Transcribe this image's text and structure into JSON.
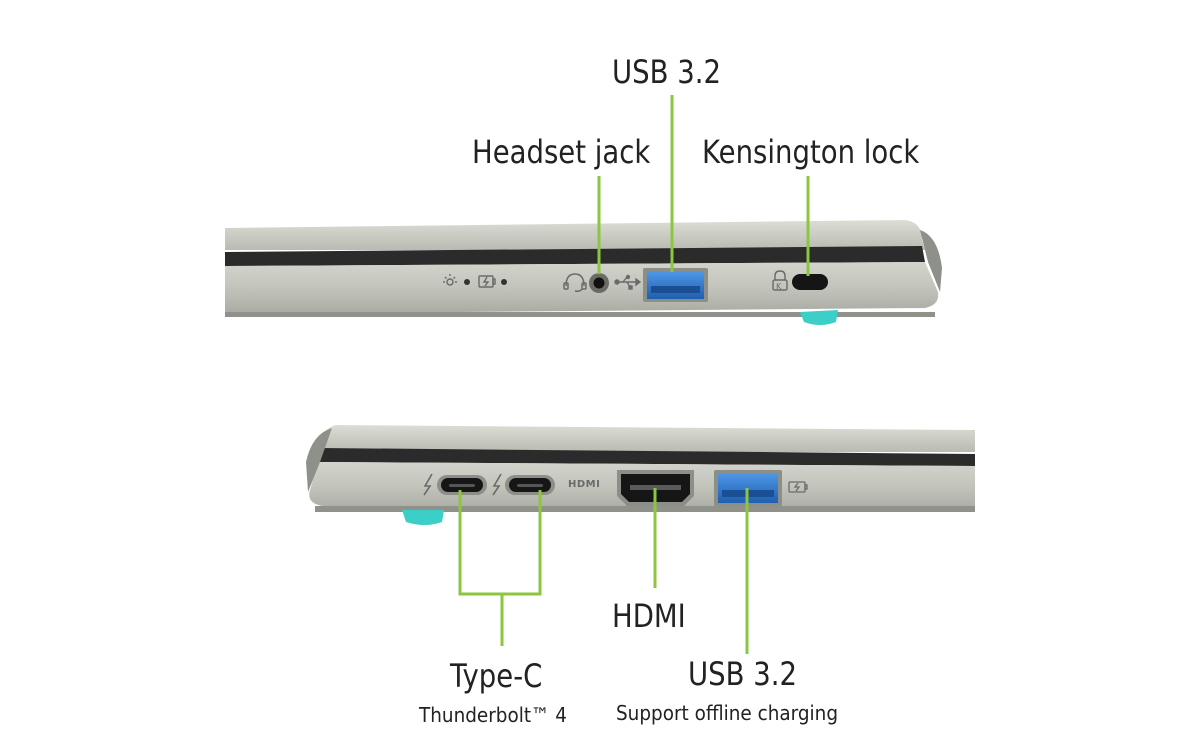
{
  "colors": {
    "leader": "#8cc63f",
    "chassis": "#c4c6be",
    "bezel": "#2b2b2b",
    "usb_port": "#2f7ad1",
    "foot": "#3ccfc7"
  },
  "top_view": {
    "labels": {
      "usb": "USB 3.2",
      "headset": "Headset jack",
      "kensington": "Kensington lock"
    }
  },
  "bottom_view": {
    "labels": {
      "typec": "Type-C",
      "typec_sub": "Thunderbolt™ 4",
      "hdmi": "HDMI",
      "usb": "USB 3.2",
      "usb_sub": "Support offline charging"
    },
    "hdmi_logo": "HDMI"
  }
}
